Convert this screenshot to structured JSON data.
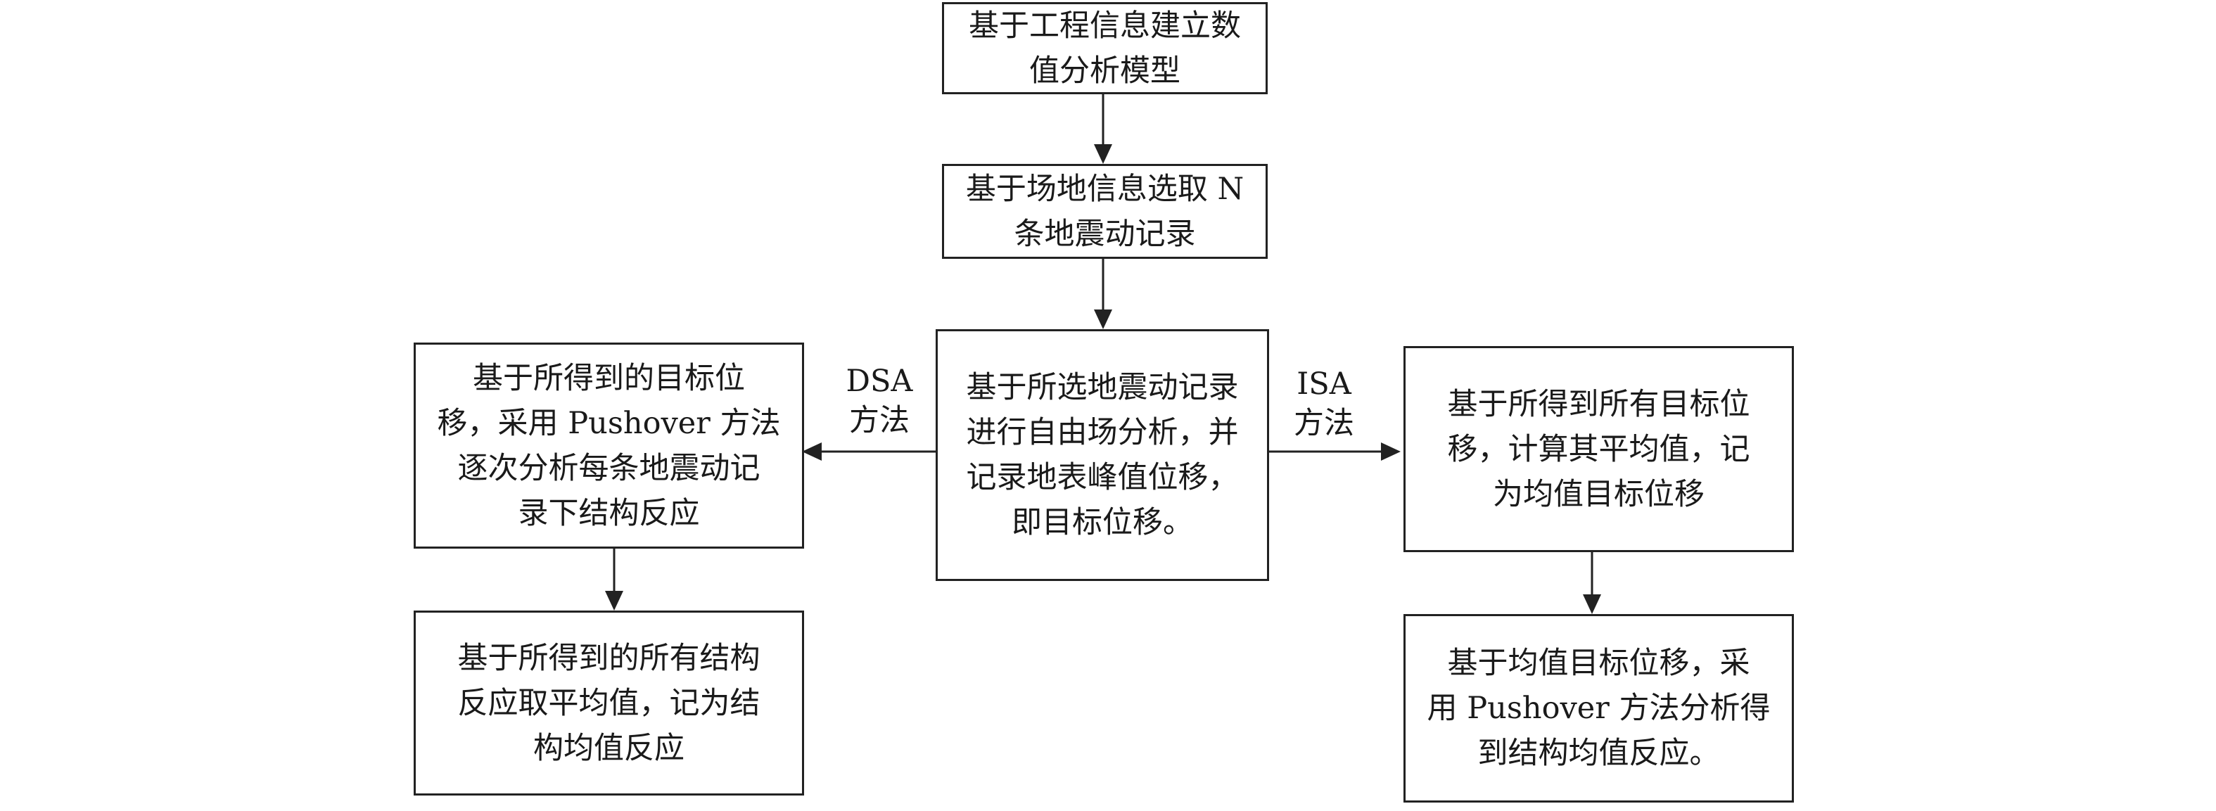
{
  "boxes": {
    "build_model": [
      "基于工程信息建立数",
      "值分析模型"
    ],
    "select_records": [
      "基于场地信息选取 N",
      "条地震动记录"
    ],
    "free_field": [
      "基于所选地震动记录",
      "进行自由场分析，并",
      "记录地表峰值位移，",
      "即目标位移。"
    ],
    "dsa_pushover": [
      "基于所得到的目标位",
      "移，采用 Pushover 方法",
      "逐次分析每条地震动记",
      "录下结构反应"
    ],
    "dsa_mean": [
      "基于所得到的所有结构",
      "反应取平均值，记为结",
      "构均值反应"
    ],
    "isa_mean_disp": [
      "基于所得到所有目标位",
      "移，计算其平均值，记",
      "为均值目标位移"
    ],
    "isa_pushover": [
      "基于均值目标位移，采",
      "用 Pushover 方法分析得",
      "到结构均值反应。"
    ]
  },
  "labels": {
    "dsa": [
      "DSA",
      "方法"
    ],
    "isa": [
      "ISA",
      "方法"
    ]
  }
}
